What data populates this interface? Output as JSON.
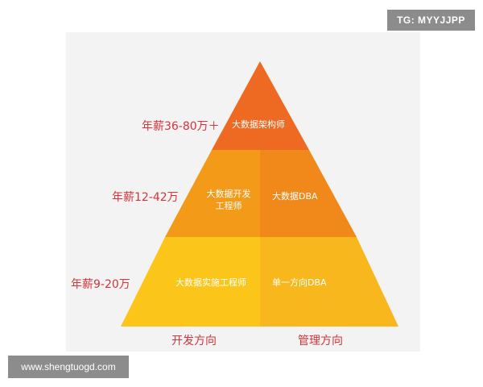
{
  "watermarks": {
    "tg": "TG: MYYJJPP",
    "site": "www.shengtuogd.com"
  },
  "tiers": [
    {
      "salary": "年薪36-80万＋",
      "development": "大数据架构师",
      "management": ""
    },
    {
      "salary": "年薪12-42万",
      "development_line1": "大数据开发",
      "development_line2": "工程师",
      "management": "大数据DBA"
    },
    {
      "salary": "年薪9-20万",
      "development": "大数据实施工程师",
      "management": "单一方向DBA"
    }
  ],
  "axis": {
    "left": "开发方向",
    "right": "管理方向"
  },
  "colors": {
    "top": "#ee6a22",
    "middle_left": "#f39a18",
    "middle_right": "#f0891a",
    "bottom_left": "#fbc51a",
    "bottom_right": "#f8b71c",
    "salary_text": "#d2353c"
  }
}
